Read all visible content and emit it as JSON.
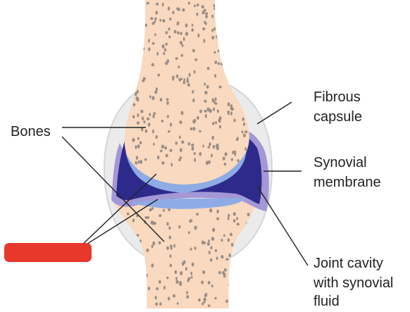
{
  "colors": {
    "bone": "#f9d9bf",
    "capsule": "#ebebeb",
    "capsule_edge": "#d5d5d5",
    "membrane": "#a497d6",
    "cavity": "#2e2a8c",
    "cartilage": "#8eabe6",
    "pore": "#9b8e85",
    "leader": "#222222",
    "redact": "#e8372b"
  },
  "labels": {
    "bones": "Bones",
    "fibrous_capsule": [
      "Fibrous",
      "capsule"
    ],
    "synovial_membrane": [
      "Synovial",
      "membrane"
    ],
    "joint_cavity": [
      "Joint cavity",
      "with synovial",
      "fluid"
    ]
  },
  "redacted_label": ""
}
